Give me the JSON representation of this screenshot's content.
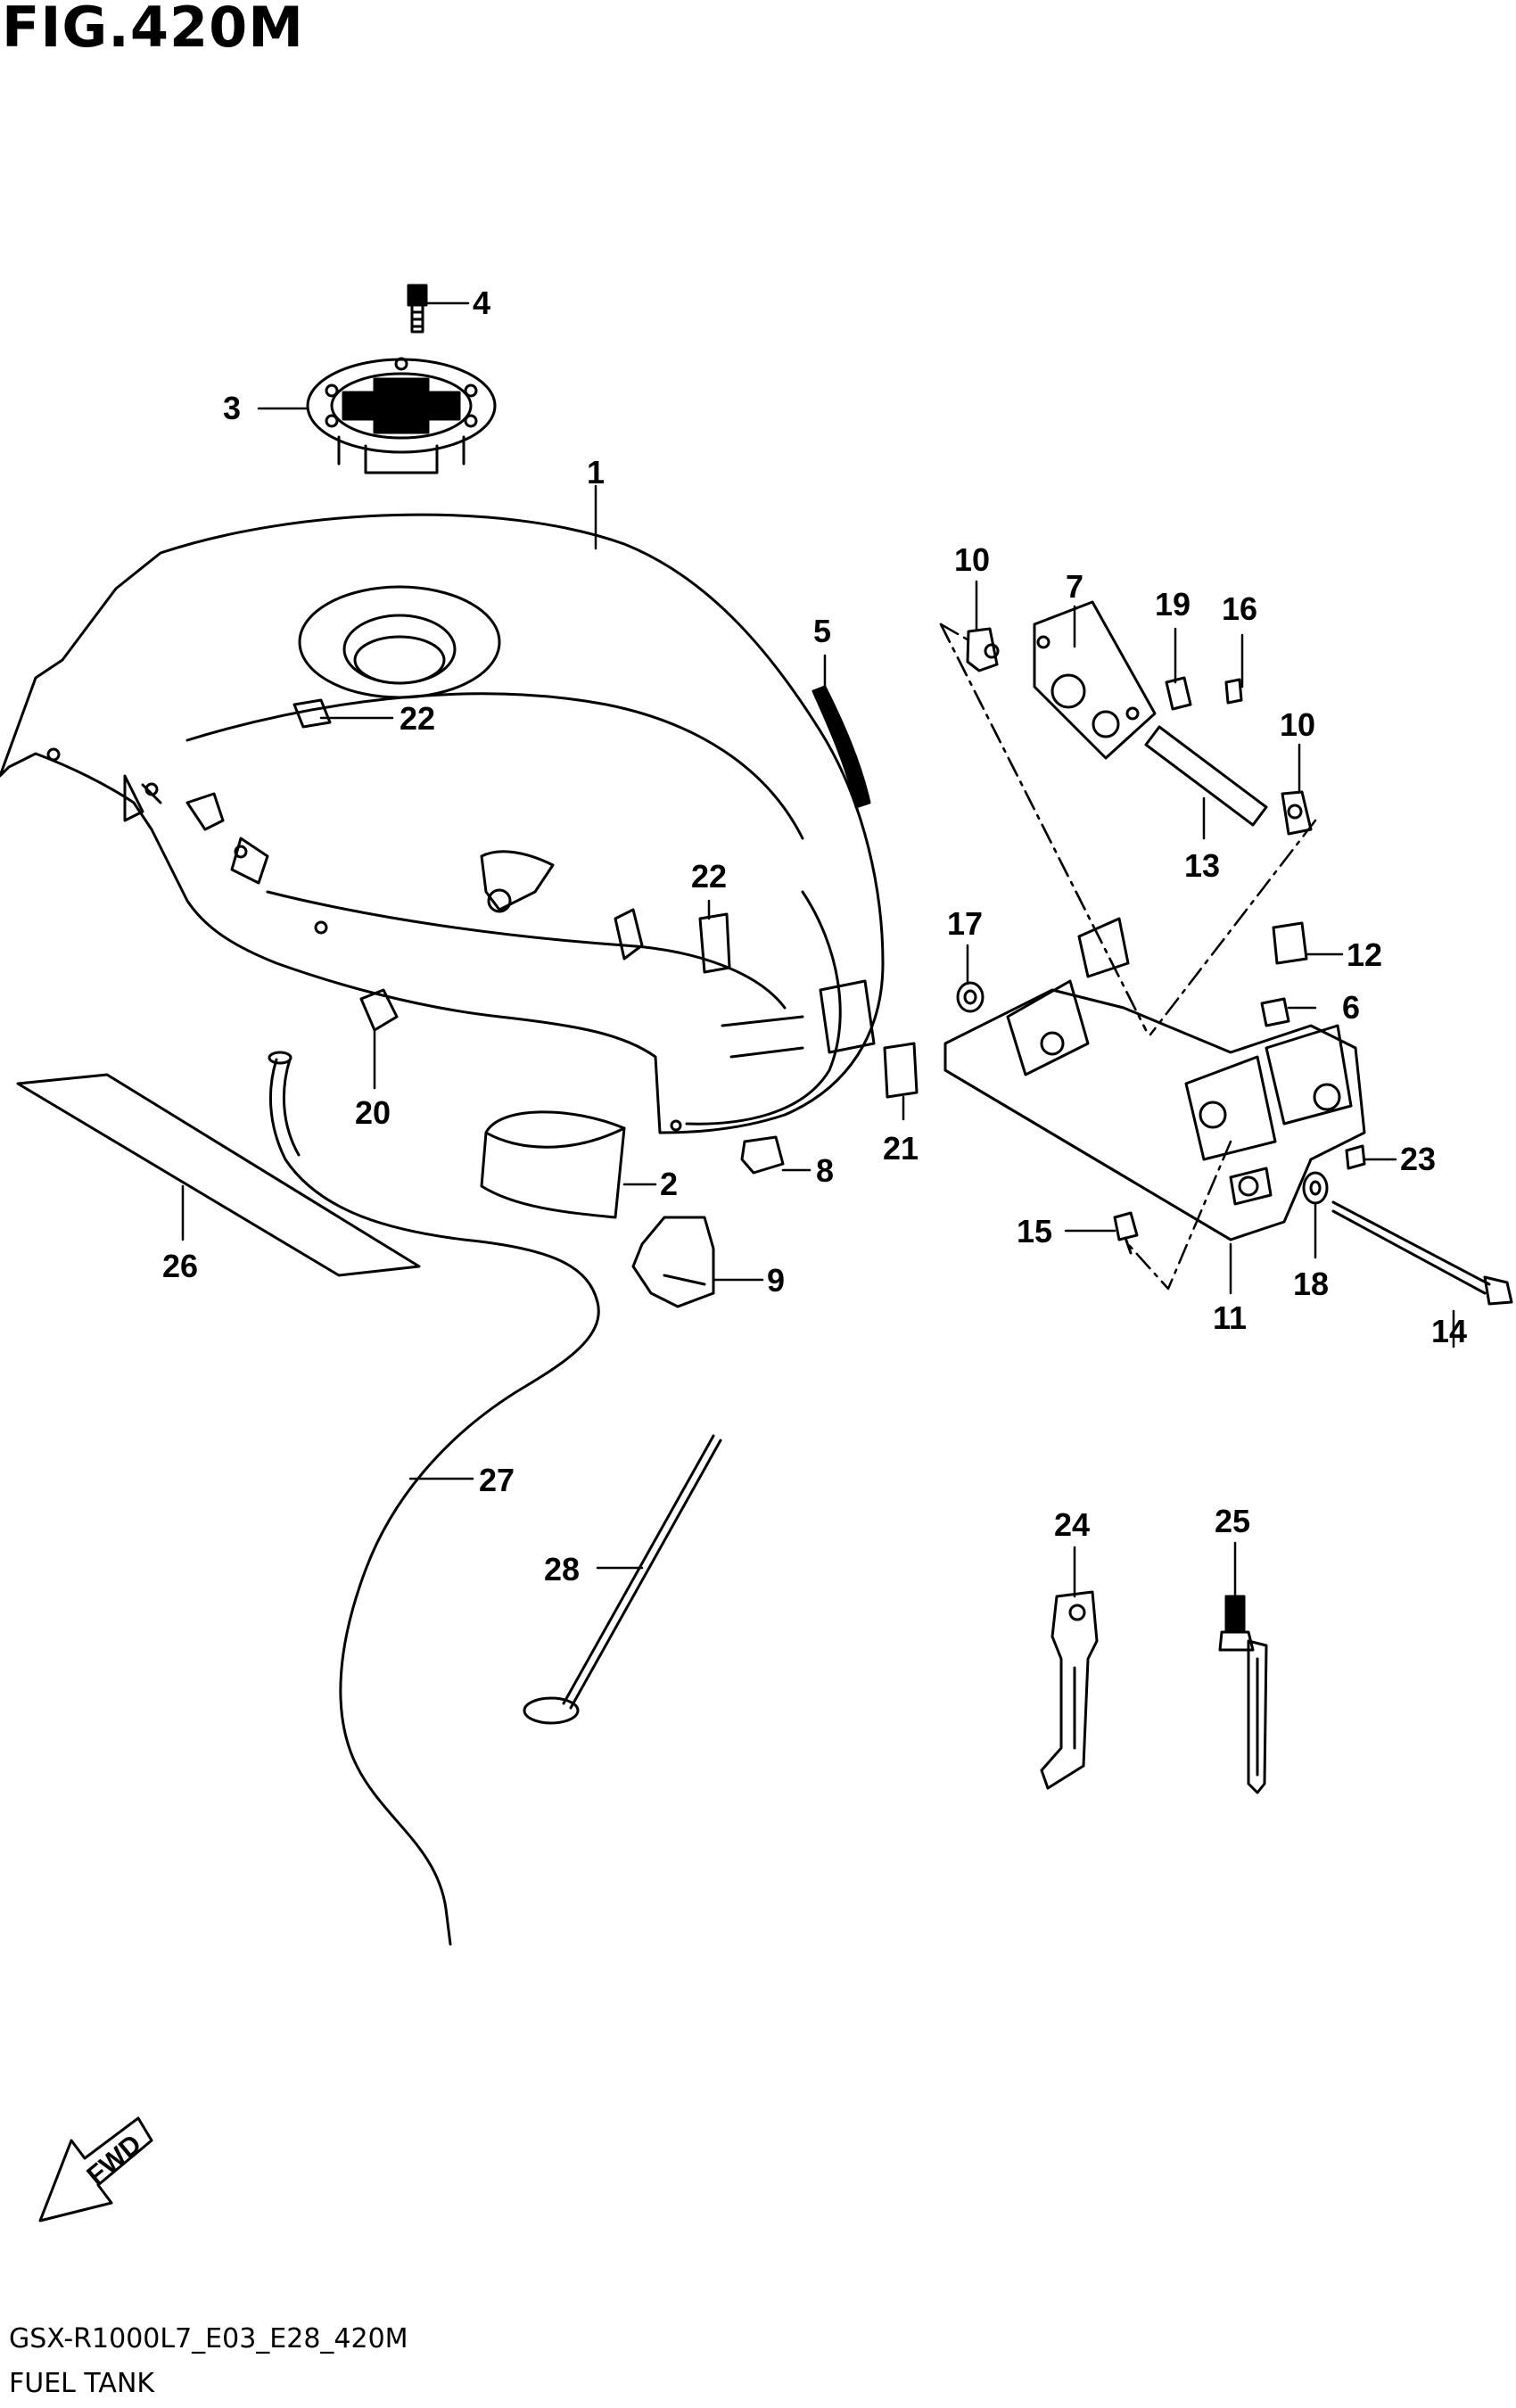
{
  "header": {
    "title": "FIG.420M"
  },
  "footer": {
    "model_code": "GSX-R1000L7_E03_E28_420M",
    "caption": "FUEL TANK"
  },
  "fwd_label": "FWD",
  "callouts": {
    "p1": "1",
    "p2": "2",
    "p3": "3",
    "p4": "4",
    "p5": "5",
    "p6": "6",
    "p7": "7",
    "p8": "8",
    "p9": "9",
    "p10a": "10",
    "p10b": "10",
    "p11": "11",
    "p12": "12",
    "p13": "13",
    "p14": "14",
    "p15": "15",
    "p16": "16",
    "p17": "17",
    "p18": "18",
    "p19": "19",
    "p20": "20",
    "p21": "21",
    "p22a": "22",
    "p22b": "22",
    "p23": "23",
    "p24": "24",
    "p25": "25",
    "p26": "26",
    "p27": "27",
    "p28": "28"
  }
}
